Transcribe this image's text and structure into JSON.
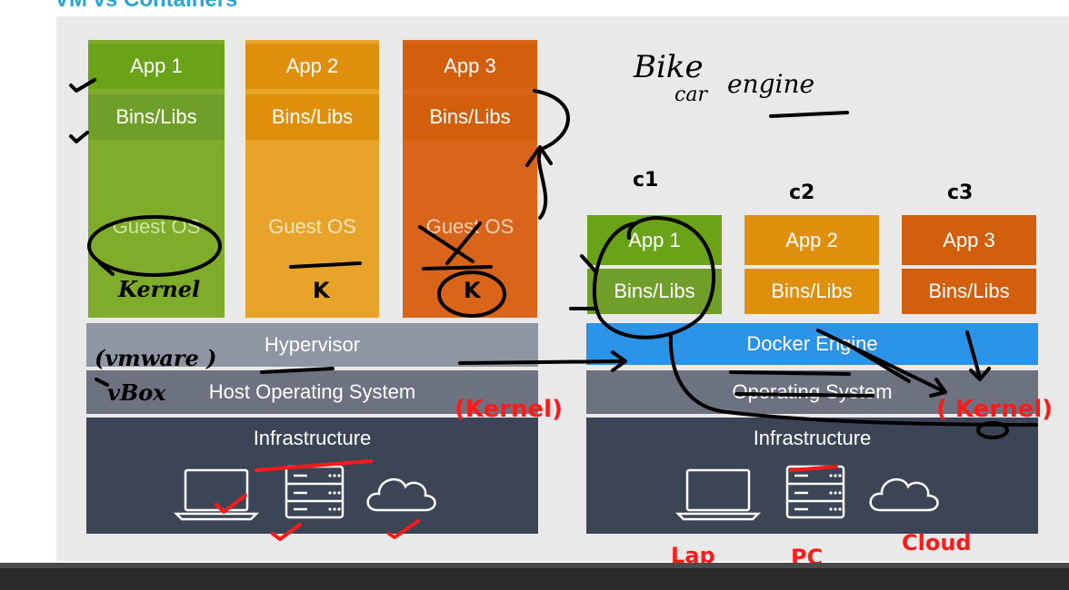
{
  "header": {
    "title": "VM vs Containers"
  },
  "vm_stack": {
    "apps": [
      {
        "app": "App 1",
        "libs": "Bins/Libs",
        "os": "Guest OS"
      },
      {
        "app": "App 2",
        "libs": "Bins/Libs",
        "os": "Guest OS"
      },
      {
        "app": "App 3",
        "libs": "Bins/Libs",
        "os": "Guest OS"
      }
    ],
    "hypervisor": "Hypervisor",
    "host_os": "Host Operating System",
    "infrastructure": "Infrastructure"
  },
  "container_stack": {
    "apps": [
      {
        "app": "App 1",
        "libs": "Bins/Libs"
      },
      {
        "app": "App 2",
        "libs": "Bins/Libs"
      },
      {
        "app": "App 3",
        "libs": "Bins/Libs"
      }
    ],
    "engine": "Docker Engine",
    "os": "Operating System",
    "infrastructure": "Infrastructure"
  },
  "icons": {
    "vm": [
      "laptop-icon",
      "server-icon",
      "cloud-icon"
    ],
    "container": [
      "laptop-icon",
      "server-icon",
      "cloud-icon"
    ]
  },
  "annotations": {
    "bike": "Bike",
    "car": "car",
    "engine": "engine",
    "c1": "c1",
    "c2": "c2",
    "c3": "c3",
    "kernel_vm": "Kernel",
    "k2": "K",
    "k3": "K",
    "vmware": "(vmware )",
    "vbox": "vBox",
    "kernel_red_1": "(Kernel)",
    "kernel_red_2": "( Kernel)",
    "lap": "Lap",
    "pc": "PC",
    "cloud": "Cloud"
  },
  "colors": {
    "title": "#2aa6d6",
    "green": "#7fac2b",
    "orange": "#e8a32a",
    "red_orange": "#d9651a",
    "hypervisor": "#8f96a3",
    "host_os": "#6c7280",
    "infrastructure": "#3b4556",
    "docker_engine": "#2b93e8",
    "ink_black": "#000000",
    "ink_red": "#ff1a1a"
  }
}
